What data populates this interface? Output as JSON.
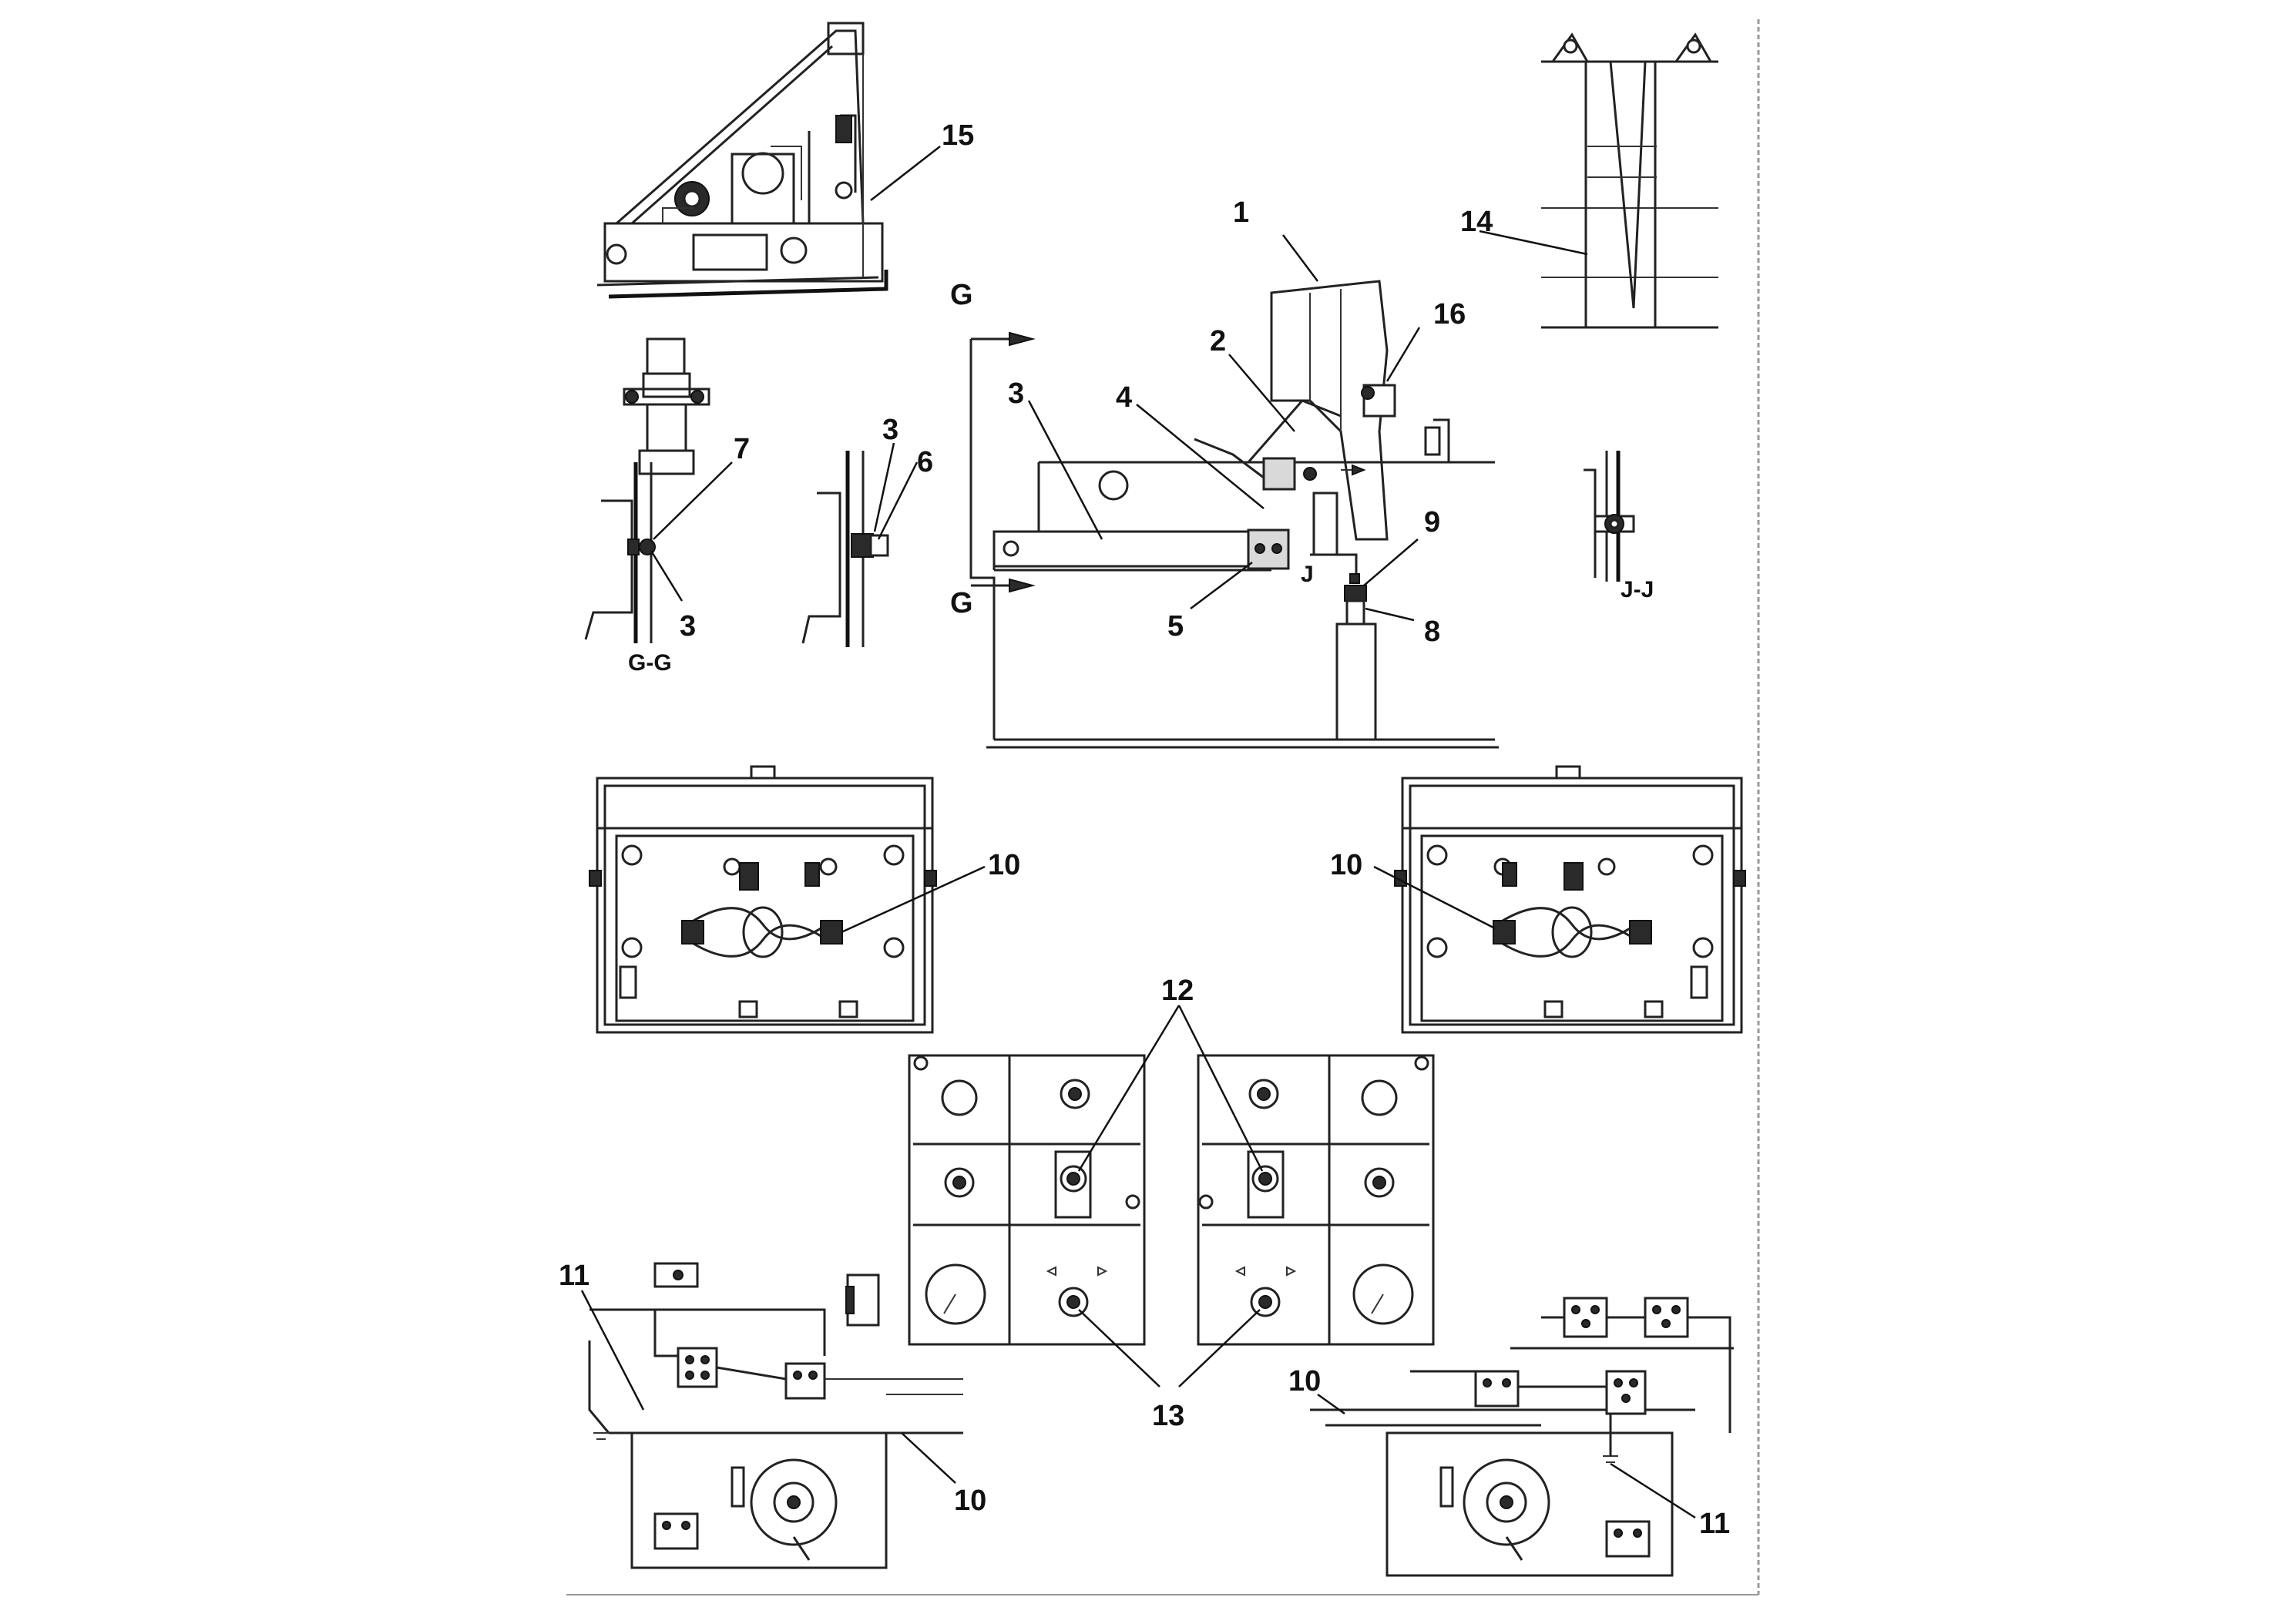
{
  "labels": {
    "l15": "15",
    "l1": "1",
    "l14": "14",
    "l16": "16",
    "l2": "2",
    "l3a": "3",
    "l4": "4",
    "l7": "7",
    "l3b": "3",
    "l6": "6",
    "l3c": "3",
    "l9": "9",
    "l5": "5",
    "l8": "8",
    "l10a": "10",
    "l10b": "10",
    "l12": "12",
    "l13": "13",
    "l11a": "11",
    "l10c": "10",
    "l10d": "10",
    "l11b": "11"
  },
  "sections": {
    "gg_caption": "G-G",
    "jj_caption": "J-J",
    "g_top": "G",
    "g_bottom": "G",
    "j_marker": "J"
  },
  "colors": {
    "ink": "#111111",
    "paper": "#ffffff",
    "shade": "#d9d9d9"
  }
}
